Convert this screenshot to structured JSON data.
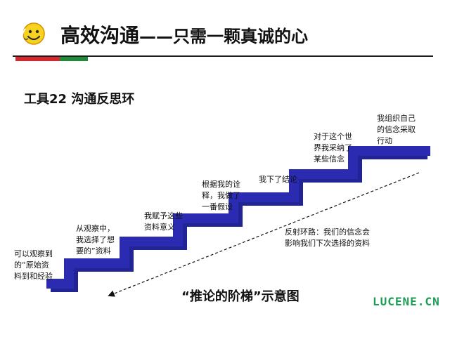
{
  "header": {
    "title": "高效沟通",
    "subtitle": "——只需一颗真诚的心"
  },
  "tool": {
    "title": "工具22 沟通反思环"
  },
  "steps": [
    {
      "label": "可以观察到\n的“原始资\n料到和经验"
    },
    {
      "label": "从观察中，\n我选择了想\n要的”资料"
    },
    {
      "label": "我赋予这些\n资料意义"
    },
    {
      "label": "根据我的诠\n释，我做了\n一番假设"
    },
    {
      "label": "我下了结论"
    },
    {
      "label": "对于这个世\n界我采纳了\n某些信念"
    },
    {
      "label": "我组织自己\n的信念采取\n行动"
    }
  ],
  "reflection": {
    "label": "反射环路：我们的信念会\n影响我们下次选择的资料"
  },
  "caption": "“推论的阶梯”示意图",
  "brand": "LUCENE.CN",
  "colors": {
    "ladder": "#2a2bb0",
    "ladder_shadow": "#202495",
    "text": "#111111",
    "accent_red": "#d7282f",
    "accent_green": "#1f8c3a",
    "brand": "#1d9e56"
  }
}
